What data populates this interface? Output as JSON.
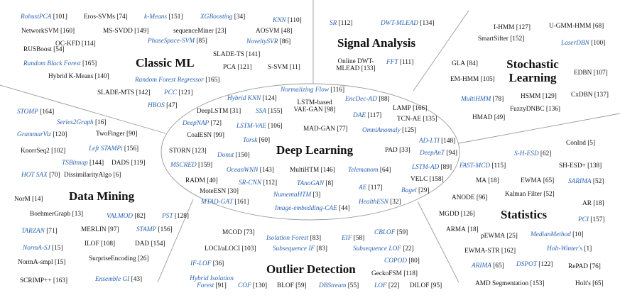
{
  "categories": [
    {
      "key": "classic_ml",
      "title": "Classic ML"
    },
    {
      "key": "signal",
      "title": "Signal Analysis"
    },
    {
      "key": "stochastic",
      "title": "Stochastic\nLearning"
    },
    {
      "key": "deep",
      "title": "Deep Learning"
    },
    {
      "key": "datamining",
      "title": "Data Mining"
    },
    {
      "key": "statistics",
      "title": "Statistics"
    },
    {
      "key": "outlier",
      "title": "Outlier Detection"
    }
  ],
  "colors": {
    "linked": "#2b63b3",
    "plain": "#111111",
    "lines": "#9a9a9a"
  },
  "items": [
    {
      "name": "RobustPCA",
      "ref": "[101]",
      "blue": true
    },
    {
      "name": "Eros-SVMs",
      "ref": "[74]",
      "blue": false
    },
    {
      "name": "k-Means",
      "ref": "[151]",
      "blue": true
    },
    {
      "name": "XGBoosting",
      "ref": "[34]",
      "blue": true
    },
    {
      "name": "KNN",
      "ref": "[110]",
      "blue": true
    },
    {
      "name": "NetworkSVM",
      "ref": "[160]",
      "blue": false
    },
    {
      "name": "MS-SVDD",
      "ref": "[149]",
      "blue": false
    },
    {
      "name": "sequenceMiner",
      "ref": "[23]",
      "blue": false
    },
    {
      "name": "AOSVM",
      "ref": "[48]",
      "blue": false
    },
    {
      "name": "OC-KFD",
      "ref": "[114]",
      "blue": false
    },
    {
      "name": "PhaseSpace-SVM",
      "ref": "[85]",
      "blue": true
    },
    {
      "name": "NoveltySVR",
      "ref": "[86]",
      "blue": true
    },
    {
      "name": "RUSBoost",
      "ref": "[54]",
      "blue": false
    },
    {
      "name": "SLADE-TS",
      "ref": "[141]",
      "blue": false
    },
    {
      "name": "Random Black Forest",
      "ref": "[165]",
      "blue": true
    },
    {
      "name": "PCA",
      "ref": "[121]",
      "blue": false
    },
    {
      "name": "S-SVM",
      "ref": "[11]",
      "blue": false
    },
    {
      "name": "Hybrid K-Means",
      "ref": "[140]",
      "blue": false
    },
    {
      "name": "Random Forest Regressor",
      "ref": "[165]",
      "blue": true
    },
    {
      "name": "SLADE-MTS",
      "ref": "[142]",
      "blue": false
    },
    {
      "name": "PCC",
      "ref": "[121]",
      "blue": true
    },
    {
      "name": "HBOS",
      "ref": "[47]",
      "blue": true
    },
    {
      "name": "SR",
      "ref": "[112]",
      "blue": true
    },
    {
      "name": "DWT-MLEAD",
      "ref": "[134]",
      "blue": true
    },
    {
      "name": "Online DWT-\nMLEAD",
      "ref": "[133]",
      "blue": false
    },
    {
      "name": "FFT",
      "ref": "[111]",
      "blue": true
    },
    {
      "name": "I-HMM",
      "ref": "[127]",
      "blue": false
    },
    {
      "name": "U-GMM-HMM",
      "ref": "[68]",
      "blue": false
    },
    {
      "name": "SmartSifter",
      "ref": "[152]",
      "blue": false
    },
    {
      "name": "LaserDBN",
      "ref": "[100]",
      "blue": true
    },
    {
      "name": "GLA",
      "ref": "[84]",
      "blue": false
    },
    {
      "name": "EM-HMM",
      "ref": "[105]",
      "blue": false
    },
    {
      "name": "EDBN",
      "ref": "[107]",
      "blue": false
    },
    {
      "name": "MultiHMM",
      "ref": "[78]",
      "blue": true
    },
    {
      "name": "HSMM",
      "ref": "[129]",
      "blue": false
    },
    {
      "name": "CxDBN",
      "ref": "[137]",
      "blue": false
    },
    {
      "name": "FuzzyDNBC",
      "ref": "[136]",
      "blue": false
    },
    {
      "name": "HMAD",
      "ref": "[49]",
      "blue": false
    },
    {
      "name": "Normalizing Flow",
      "ref": "[116]",
      "blue": true
    },
    {
      "name": "Hybrid KNN",
      "ref": "[124]",
      "blue": true
    },
    {
      "name": "EncDec-AD",
      "ref": "[88]",
      "blue": true
    },
    {
      "name": "LSTM-based\nVAE-GAN",
      "ref": "[98]",
      "blue": false
    },
    {
      "name": "DeepLSTM",
      "ref": "[31]",
      "blue": false
    },
    {
      "name": "SSA",
      "ref": "[155]",
      "blue": true
    },
    {
      "name": "DAE",
      "ref": "[117]",
      "blue": true
    },
    {
      "name": "LAMP",
      "ref": "[166]",
      "blue": false
    },
    {
      "name": "TCN-AE",
      "ref": "[135]",
      "blue": false
    },
    {
      "name": "DeepNAP",
      "ref": "[72]",
      "blue": true
    },
    {
      "name": "LSTM-VAE",
      "ref": "[106]",
      "blue": true
    },
    {
      "name": "MAD-GAN",
      "ref": "[77]",
      "blue": false
    },
    {
      "name": "OmniAnomaly",
      "ref": "[125]",
      "blue": true
    },
    {
      "name": "CoalESN",
      "ref": "[99]",
      "blue": false
    },
    {
      "name": "Torsk",
      "ref": "[60]",
      "blue": true
    },
    {
      "name": "AD-LTI",
      "ref": "[148]",
      "blue": true
    },
    {
      "name": "STORN",
      "ref": "[123]",
      "blue": false
    },
    {
      "name": "Donut",
      "ref": "[150]",
      "blue": true
    },
    {
      "name": "PAD",
      "ref": "[33]",
      "blue": false
    },
    {
      "name": "DeepAnT",
      "ref": "[94]",
      "blue": true
    },
    {
      "name": "MSCRED",
      "ref": "[159]",
      "blue": true
    },
    {
      "name": "OceanWNN",
      "ref": "[143]",
      "blue": true
    },
    {
      "name": "MultiHTM",
      "ref": "[146]",
      "blue": false
    },
    {
      "name": "Telemanom",
      "ref": "[64]",
      "blue": true
    },
    {
      "name": "LSTM-AD",
      "ref": "[89]",
      "blue": true
    },
    {
      "name": "RADM",
      "ref": "[40]",
      "blue": false
    },
    {
      "name": "SR-CNN",
      "ref": "[112]",
      "blue": true
    },
    {
      "name": "TAnoGAN",
      "ref": "[8]",
      "blue": true
    },
    {
      "name": "VELC",
      "ref": "[158]",
      "blue": false
    },
    {
      "name": "MoteESN",
      "ref": "[30]",
      "blue": false
    },
    {
      "name": "NumentaHTM",
      "ref": "[3]",
      "blue": true
    },
    {
      "name": "AE",
      "ref": "[117]",
      "blue": true
    },
    {
      "name": "Bagel",
      "ref": "[29]",
      "blue": true
    },
    {
      "name": "MTAD-GAT",
      "ref": "[161]",
      "blue": true
    },
    {
      "name": "HealthESN",
      "ref": "[32]",
      "blue": true
    },
    {
      "name": "Image-embedding-CAE",
      "ref": "[44]",
      "blue": true
    },
    {
      "name": "STOMP",
      "ref": "[164]",
      "blue": true
    },
    {
      "name": "Series2Graph",
      "ref": "[16]",
      "blue": true
    },
    {
      "name": "GrammarViz",
      "ref": "[120]",
      "blue": true
    },
    {
      "name": "TwoFinger",
      "ref": "[90]",
      "blue": false
    },
    {
      "name": "KnorrSeq2",
      "ref": "[102]",
      "blue": false
    },
    {
      "name": "Left STAMPi",
      "ref": "[156]",
      "blue": true
    },
    {
      "name": "TSBitmap",
      "ref": "[144]",
      "blue": true
    },
    {
      "name": "DADS",
      "ref": "[119]",
      "blue": false
    },
    {
      "name": "HOT SAX",
      "ref": "[70]",
      "blue": true
    },
    {
      "name": "DissimilarityAlgo",
      "ref": "[6]",
      "blue": false
    },
    {
      "name": "NorM",
      "ref": "[14]",
      "blue": false
    },
    {
      "name": "BoehmerGraph",
      "ref": "[13]",
      "blue": false
    },
    {
      "name": "VALMOD",
      "ref": "[82]",
      "blue": true
    },
    {
      "name": "PST",
      "ref": "[128]",
      "blue": true
    },
    {
      "name": "TARZAN",
      "ref": "[71]",
      "blue": true
    },
    {
      "name": "MERLIN",
      "ref": "[97]",
      "blue": false
    },
    {
      "name": "STAMP",
      "ref": "[156]",
      "blue": true
    },
    {
      "name": "NormA-SJ",
      "ref": "[15]",
      "blue": true
    },
    {
      "name": "ILOF",
      "ref": "[108]",
      "blue": false
    },
    {
      "name": "DAD",
      "ref": "[154]",
      "blue": false
    },
    {
      "name": "NormA-smpl",
      "ref": "[15]",
      "blue": false
    },
    {
      "name": "SurpriseEncoding",
      "ref": "[26]",
      "blue": false
    },
    {
      "name": "SCRIMP++",
      "ref": "[163]",
      "blue": false
    },
    {
      "name": "Ensemble GI",
      "ref": "[43]",
      "blue": true
    },
    {
      "name": "ConInd",
      "ref": "[5]",
      "blue": false
    },
    {
      "name": "S-H-ESD",
      "ref": "[62]",
      "blue": true
    },
    {
      "name": "FAST-MCD",
      "ref": "[115]",
      "blue": true
    },
    {
      "name": "SH-ESD+",
      "ref": "[138]",
      "blue": false
    },
    {
      "name": "MA",
      "ref": "[18]",
      "blue": false
    },
    {
      "name": "EWMA",
      "ref": "[65]",
      "blue": false
    },
    {
      "name": "SARIMA",
      "ref": "[52]",
      "blue": true
    },
    {
      "name": "Kalman Filter",
      "ref": "[52]",
      "blue": false
    },
    {
      "name": "ANODE",
      "ref": "[96]",
      "blue": false
    },
    {
      "name": "AR",
      "ref": "[18]",
      "blue": false
    },
    {
      "name": "MGDD",
      "ref": "[126]",
      "blue": false
    },
    {
      "name": "PCI",
      "ref": "[157]",
      "blue": true
    },
    {
      "name": "ARMA",
      "ref": "[18]",
      "blue": false
    },
    {
      "name": "pEWMA",
      "ref": "[25]",
      "blue": false
    },
    {
      "name": "MedianMethod",
      "ref": "[10]",
      "blue": true
    },
    {
      "name": "EWMA-STR",
      "ref": "[162]",
      "blue": false
    },
    {
      "name": "Holt-Winter's",
      "ref": "[1]",
      "blue": true
    },
    {
      "name": "ARIMA",
      "ref": "[65]",
      "blue": true
    },
    {
      "name": "DSPOT",
      "ref": "[122]",
      "blue": true
    },
    {
      "name": "RePAD",
      "ref": "[76]",
      "blue": false
    },
    {
      "name": "AMD Segmentation",
      "ref": "[153]",
      "blue": false
    },
    {
      "name": "Holt's",
      "ref": "[65]",
      "blue": false
    },
    {
      "name": "MCOD",
      "ref": "[73]",
      "blue": false
    },
    {
      "name": "CBLOF",
      "ref": "[59]",
      "blue": true
    },
    {
      "name": "Isolation Forest",
      "ref": "[83]",
      "blue": true
    },
    {
      "name": "EIF",
      "ref": "[58]",
      "blue": true
    },
    {
      "name": "LOCI/aLOCI",
      "ref": "[103]",
      "blue": false
    },
    {
      "name": "Subsequence IF",
      "ref": "[83]",
      "blue": true
    },
    {
      "name": "Subsequence LOF",
      "ref": "[22]",
      "blue": true
    },
    {
      "name": "IF-LOF",
      "ref": "[36]",
      "blue": true
    },
    {
      "name": "COPOD",
      "ref": "[80]",
      "blue": true
    },
    {
      "name": "GeckoFSM",
      "ref": "[118]",
      "blue": false
    },
    {
      "name": "Hybrid Isolation\nForest",
      "ref": "[91]",
      "blue": true
    },
    {
      "name": "COF",
      "ref": "[130]",
      "blue": true
    },
    {
      "name": "BLOF",
      "ref": "[59]",
      "blue": false
    },
    {
      "name": "DBStream",
      "ref": "[55]",
      "blue": true
    },
    {
      "name": "LOF",
      "ref": "[22]",
      "blue": true
    },
    {
      "name": "DILOF",
      "ref": "[95]",
      "blue": false
    }
  ]
}
